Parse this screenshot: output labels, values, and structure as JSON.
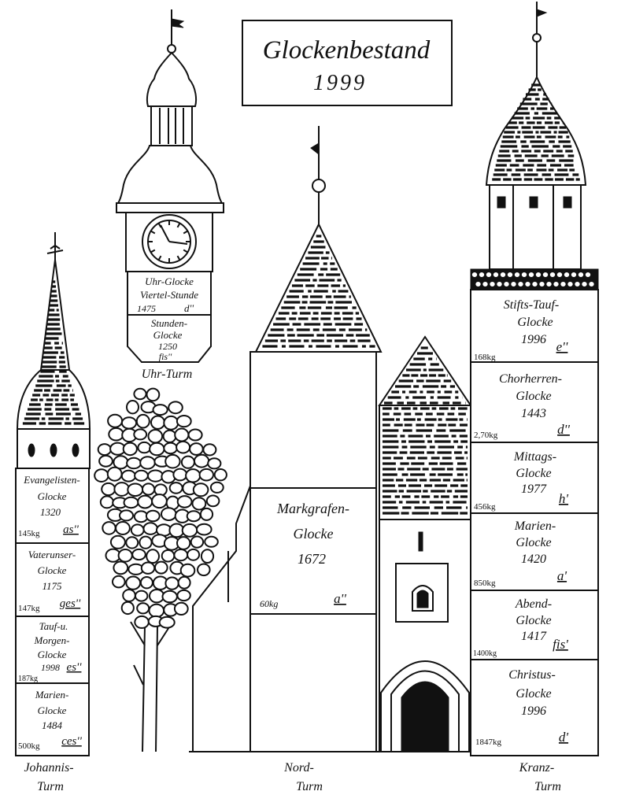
{
  "title": {
    "line1": "Glockenbestand",
    "line2": "1999"
  },
  "towers": {
    "uhr": {
      "label": "Uhr-Turm",
      "bells": [
        {
          "lines": [
            "Uhr-Glocke",
            "Viertel-Stunde"
          ],
          "year": "1475",
          "note": "d''"
        },
        {
          "lines": [
            "Stunden-",
            "Glocke"
          ],
          "year": "1250",
          "note": "fis''"
        }
      ]
    },
    "johannis": {
      "label": [
        "Johannis-",
        "Turm"
      ],
      "bells": [
        {
          "lines": [
            "Evangelisten-",
            "Glocke"
          ],
          "year": "1320",
          "weight": "145kg",
          "note": "as''"
        },
        {
          "lines": [
            "Vaterunser-",
            "Glocke"
          ],
          "year": "1175",
          "weight": "147kg",
          "note": "ges''"
        },
        {
          "lines": [
            "Tauf-u.",
            "Morgen-",
            "Glocke"
          ],
          "year": "1998",
          "weight": "187kg",
          "note": "es''"
        },
        {
          "lines": [
            "Marien-",
            "Glocke"
          ],
          "year": "1484",
          "weight": "500kg",
          "note": "ces''"
        }
      ]
    },
    "nord": {
      "label": [
        "Nord-",
        "Turm"
      ],
      "bells": [
        {
          "lines": [
            "Markgrafen-",
            "Glocke"
          ],
          "year": "1672",
          "weight": "60kg",
          "note": "a''"
        }
      ]
    },
    "kranz": {
      "label": [
        "Kranz-",
        "Turm"
      ],
      "bells": [
        {
          "lines": [
            "Stifts-Tauf-",
            "Glocke"
          ],
          "year": "1996",
          "weight": "168kg",
          "note": "e''"
        },
        {
          "lines": [
            "Chorherren-",
            "Glocke"
          ],
          "year": "1443",
          "weight": "2,70kg",
          "note": "d''"
        },
        {
          "lines": [
            "Mittags-",
            "Glocke"
          ],
          "year": "1977",
          "weight": "456kg",
          "note": "h'"
        },
        {
          "lines": [
            "Marien-",
            "Glocke"
          ],
          "year": "1420",
          "weight": "850kg",
          "note": "a'"
        },
        {
          "lines": [
            "Abend-",
            "Glocke"
          ],
          "year": "1417",
          "weight": "1400kg",
          "note": "fis'"
        },
        {
          "lines": [
            "Christus-",
            "Glocke"
          ],
          "year": "1996",
          "weight": "1847kg",
          "note": "d'"
        }
      ]
    }
  },
  "colors": {
    "ink": "#111111",
    "paper": "#ffffff"
  }
}
